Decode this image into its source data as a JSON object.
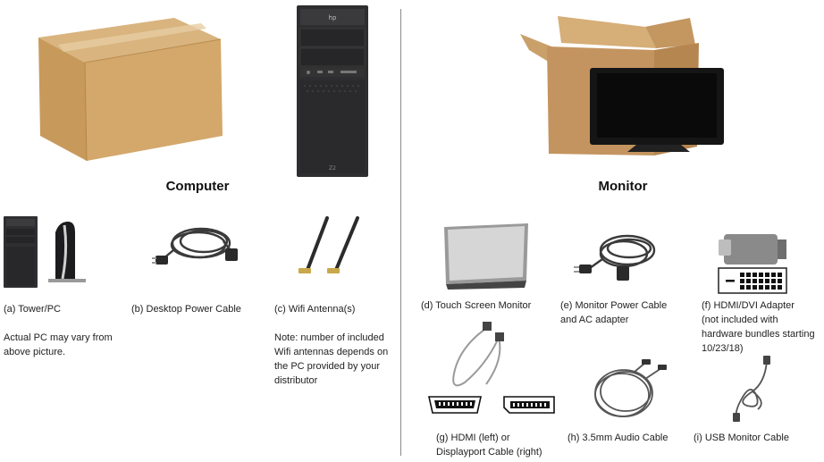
{
  "computer": {
    "heading": "Computer",
    "items": [
      {
        "label": "(a) Tower/PC",
        "note": "Actual PC may vary from above picture."
      },
      {
        "label": "(b) Desktop Power Cable"
      },
      {
        "label": "(c) Wifi Antenna(s)",
        "note": "Note: number of included Wifi antennas depends on the PC provided by your distributor"
      }
    ]
  },
  "monitor": {
    "heading": "Monitor",
    "items": [
      {
        "label": "(d) Touch Screen Monitor"
      },
      {
        "label_line1": "(e) Monitor Power Cable",
        "label_line2": "and AC adapter"
      },
      {
        "label_line1": "(f) HDMI/DVI Adapter",
        "label_line2": "(not included with",
        "label_line3": "hardware bundles starting",
        "label_line4": "10/23/18)"
      },
      {
        "label_line1": "(g) HDMI (left) or",
        "label_line2": "Displayport Cable (right)"
      },
      {
        "label": "(h) 3.5mm Audio Cable"
      },
      {
        "label": "(i) USB Monitor Cable"
      }
    ]
  }
}
